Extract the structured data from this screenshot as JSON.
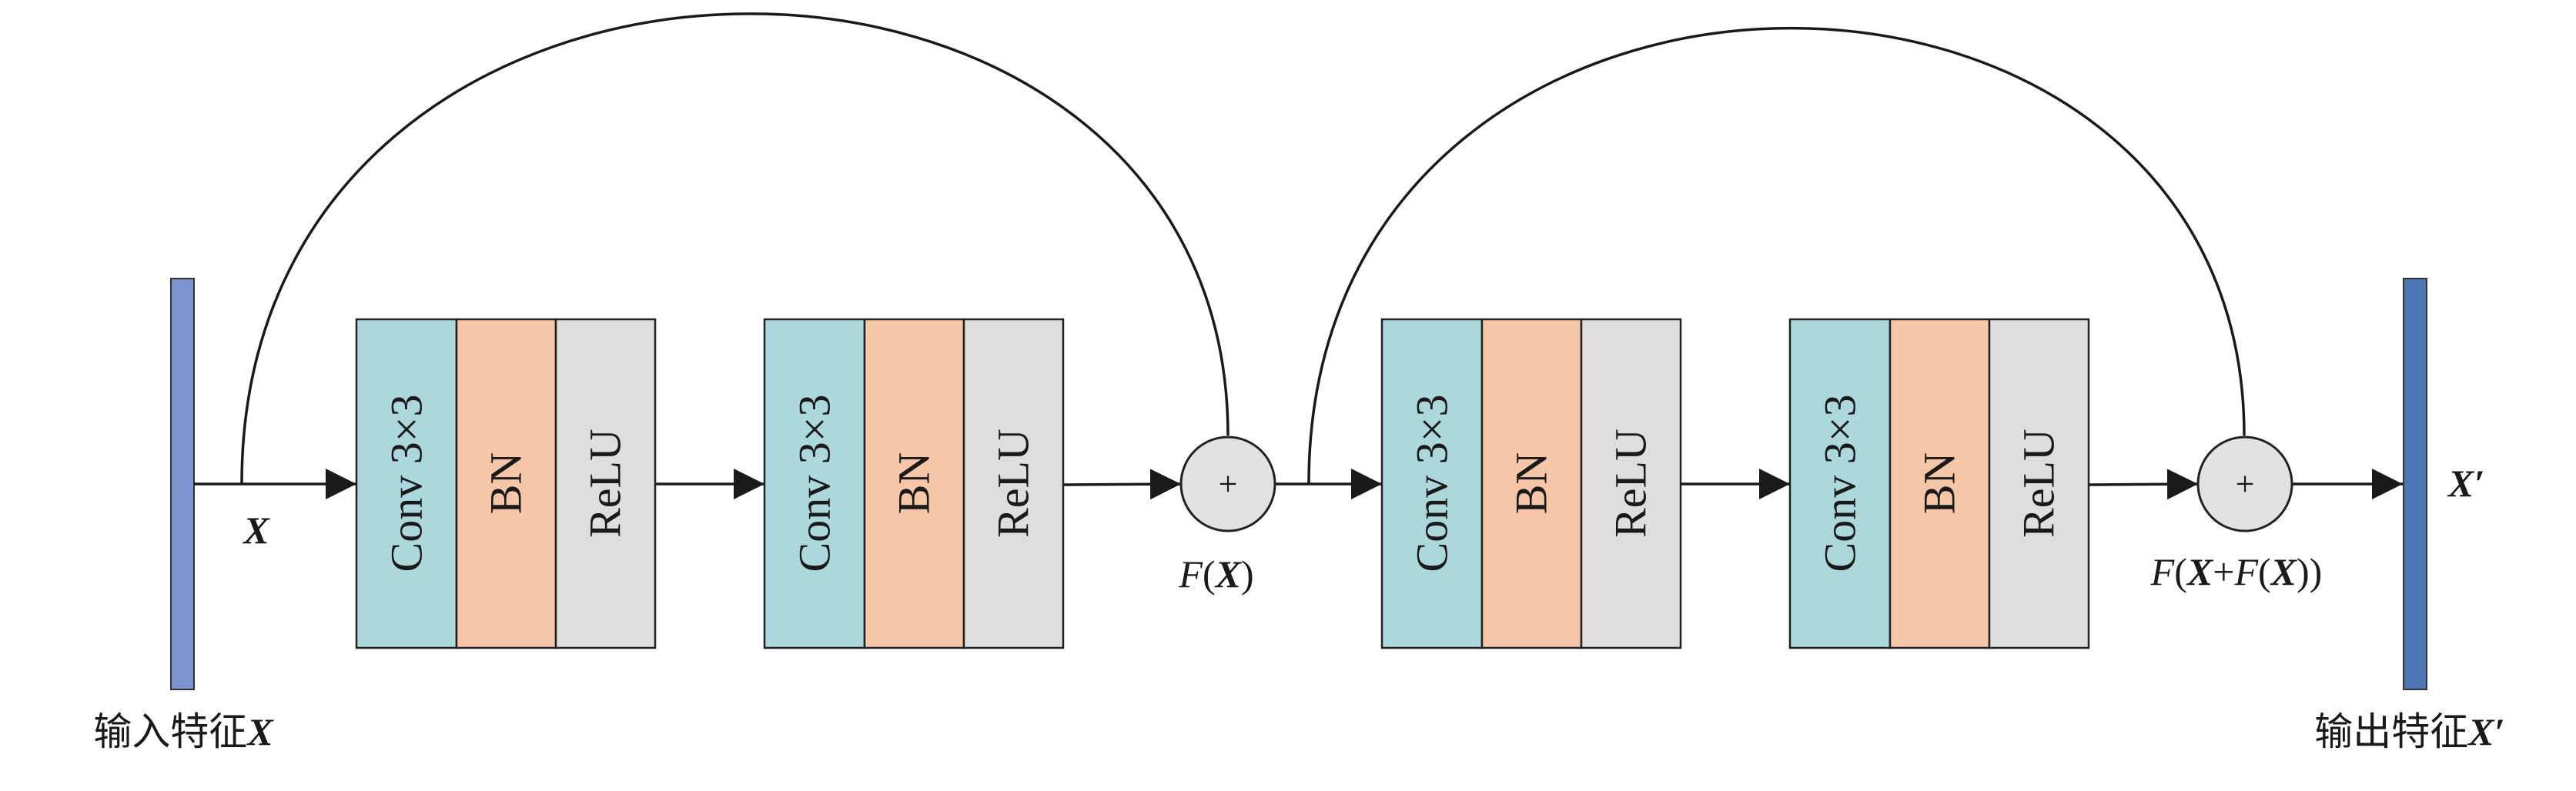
{
  "blocks": [
    {
      "conv": "Conv 3×3",
      "bn": "BN",
      "relu": "ReLU"
    },
    {
      "conv": "Conv 3×3",
      "bn": "BN",
      "relu": "ReLU"
    },
    {
      "conv": "Conv 3×3",
      "bn": "BN",
      "relu": "ReLU"
    },
    {
      "conv": "Conv 3×3",
      "bn": "BN",
      "relu": "ReLU"
    }
  ],
  "adders": [
    "+",
    "+"
  ],
  "input": {
    "caption": "输入特征",
    "symbol": "X",
    "arrow_label": "X"
  },
  "output": {
    "caption": "输出特征",
    "symbol": "X′",
    "side_label": "X′"
  },
  "sum1_label": {
    "F": "F",
    "open": "(",
    "X": "X",
    "close": ")"
  },
  "sum2_label": {
    "F1": "F",
    "open1": "(",
    "X1": "X",
    "plus": "+",
    "F2": "F",
    "open2": "(",
    "X2": "X",
    "close": "))"
  },
  "colors": {
    "conv": "#acd8dc",
    "bn": "#f5c6a7",
    "relu": "#dedede",
    "input_bar": "#7b93cf",
    "output_bar": "#4d77b4",
    "adder": "#e2e2e2"
  }
}
